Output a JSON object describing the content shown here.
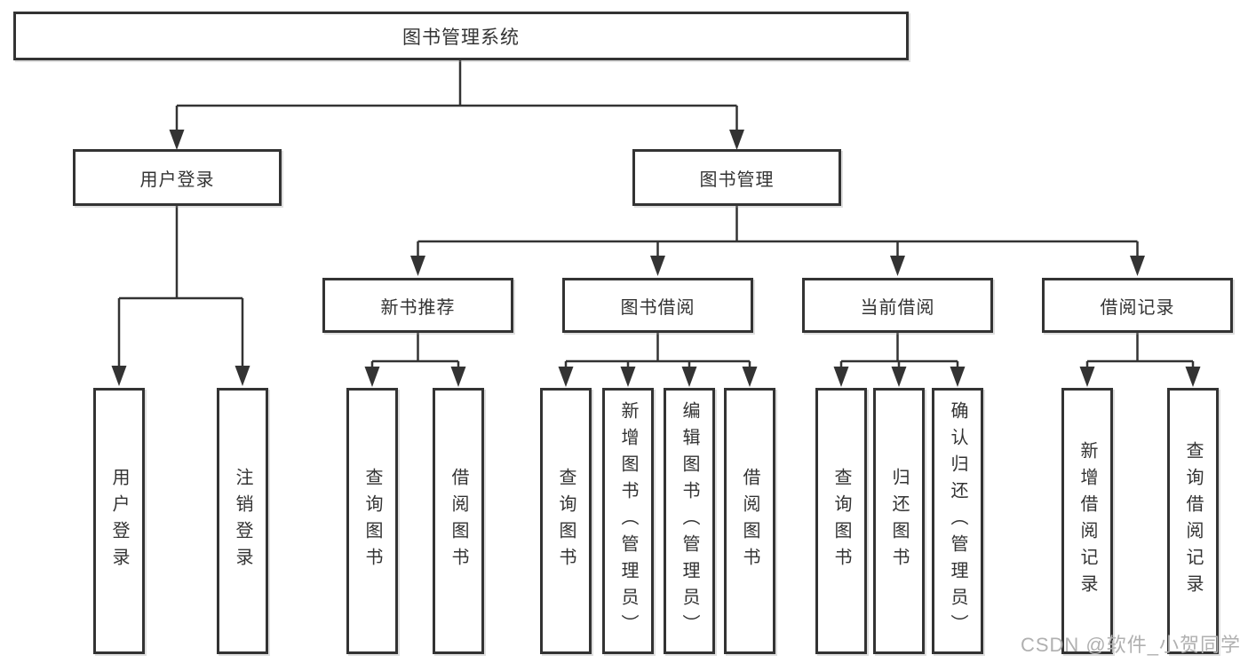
{
  "diagram": {
    "root": {
      "label": "图书管理系统"
    },
    "level1": [],
    "nodes": {
      "user_login_menu": "用户登录",
      "book_management": "图书管理",
      "new_book_recommend": "新书推荐",
      "book_borrow": "图书借阅",
      "current_borrow": "当前借阅",
      "borrow_records": "借阅记录"
    },
    "leaves": {
      "user_login": "用户登录",
      "logout": "注销登录",
      "query_books_1": "查询图书",
      "borrow_books_1": "借阅图书",
      "query_books_2": "查询图书",
      "add_book_admin": "新增图书（管理员）",
      "edit_book_admin": "编辑图书（管理员）",
      "borrow_books_2": "借阅图书",
      "query_books_3": "查询图书",
      "return_books": "归还图书",
      "confirm_return_admin": "确认归还（管理员）",
      "add_borrow_record": "新增借阅记录",
      "query_borrow_record": "查询借阅记录"
    },
    "colors": {
      "line": "#333333",
      "text": "#333333",
      "background": "#ffffff",
      "watermark": "#b0b0b0"
    }
  },
  "watermark": {
    "text": "CSDN @软件_小贺同学"
  }
}
